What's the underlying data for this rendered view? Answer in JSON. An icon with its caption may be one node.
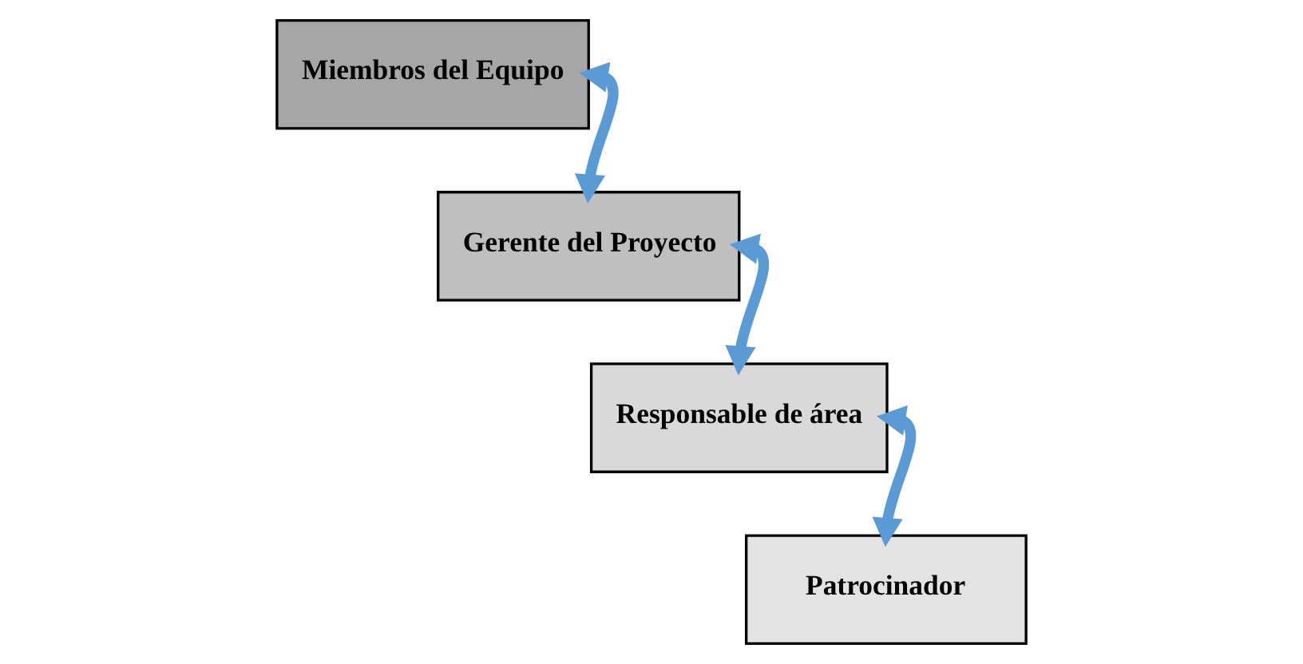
{
  "diagram": {
    "nodes": [
      {
        "text": [
          "Miembros del Equipo"
        ]
      },
      {
        "text": [
          "Gerente del Proyecto"
        ]
      },
      {
        "text": [
          "Responsable de área"
        ]
      },
      {
        "text": [
          "Patrocinador"
        ]
      }
    ],
    "edges": [
      {
        "from": 0,
        "to": 1,
        "arrow": "both"
      },
      {
        "from": 1,
        "to": 2,
        "arrow": "both"
      },
      {
        "from": 2,
        "to": 3,
        "arrow": "both"
      }
    ]
  }
}
